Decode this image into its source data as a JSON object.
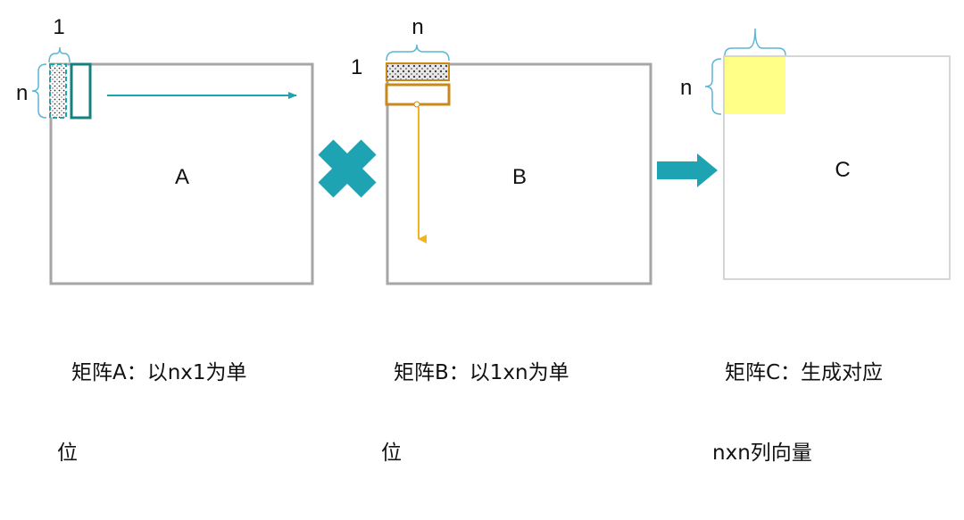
{
  "colors": {
    "matrix_border": "#a6a6a6",
    "teal": "#1ea3b3",
    "teal_dark": "#16807f",
    "orange": "#c9891c",
    "yellow_line": "#f2b51e",
    "yellow_fill": "#ffff88",
    "brace": "#5bb6d6",
    "text": "#111111"
  },
  "matrix_a": {
    "label": "A",
    "col_count_label": "1",
    "row_count_label": "n",
    "caption_line1": "矩阵A：以nx1为单",
    "caption_line2": "位"
  },
  "matrix_b": {
    "label": "B",
    "col_count_label": "n",
    "row_count_label": "1",
    "caption_line1": "矩阵B：以1xn为单",
    "caption_line2": "位"
  },
  "matrix_c": {
    "label": "C",
    "row_count_label": "n",
    "caption_line1": "矩阵C：生成对应",
    "caption_line2": "nxn列向量"
  },
  "icons": {
    "multiply": "multiply-icon",
    "result_arrow": "right-arrow-icon"
  }
}
